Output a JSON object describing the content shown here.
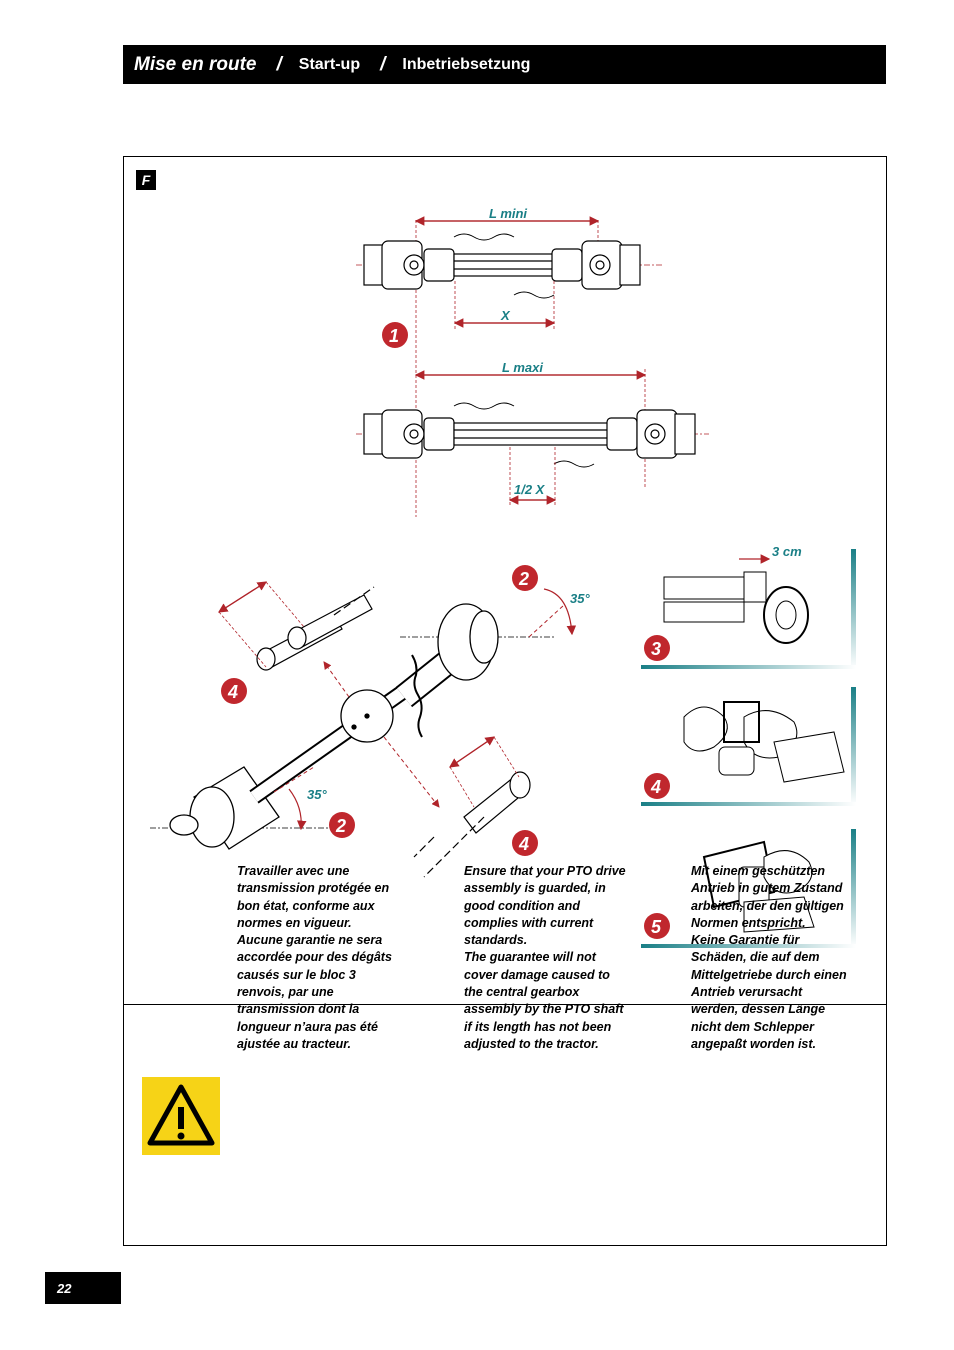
{
  "header": {
    "fr": "Mise en route",
    "sep": "/",
    "en": "Start-up",
    "de": "Inbetriebsetzung"
  },
  "section_label": "F",
  "figure": {
    "lmini": "L mini",
    "lmaxi": "L maxi",
    "x": "X",
    "halfx": "1/2 X",
    "angle": "35°",
    "cm": "3 cm",
    "n1": "1",
    "n2": "2",
    "n3": "3",
    "n4": "4",
    "n5": "5"
  },
  "warning": {
    "icon": "warning-triangle-icon",
    "fr": [
      "Travailler avec une",
      "transmission protégée en",
      "bon état, conforme aux",
      "normes en vigueur.",
      "Aucune garantie ne sera",
      "accordée pour des dégâts",
      "causés sur le bloc 3",
      "renvois, par une",
      "transmission dont la",
      "longueur n’aura pas été",
      "ajustée au tracteur."
    ],
    "en": [
      "Ensure that your PTO drive",
      "assembly is guarded, in",
      "good condition and",
      "complies with current",
      "standards.",
      "The guarantee will not",
      "cover damage caused to",
      "the central gearbox",
      "assembly by the PTO shaft",
      "if its length has not been",
      "adjusted to the tractor."
    ],
    "de": [
      "Mit einem geschützten",
      "Antrieb in gutem Zustand",
      "arbeiten, der den gültigen",
      "Normen entspricht.",
      "Keine Garantie für",
      "Schäden, die auf dem",
      "Mittelgetriebe durch einen",
      "Antrieb verursacht",
      "werden, dessen Länge",
      "nicht dem Schlepper",
      "angepaßt worden ist."
    ]
  },
  "page_number": "22",
  "colors": {
    "accent": "#1a7f86",
    "red": "#c0272d",
    "dim": "#b0242a",
    "warn_yellow": "#f6d317"
  }
}
